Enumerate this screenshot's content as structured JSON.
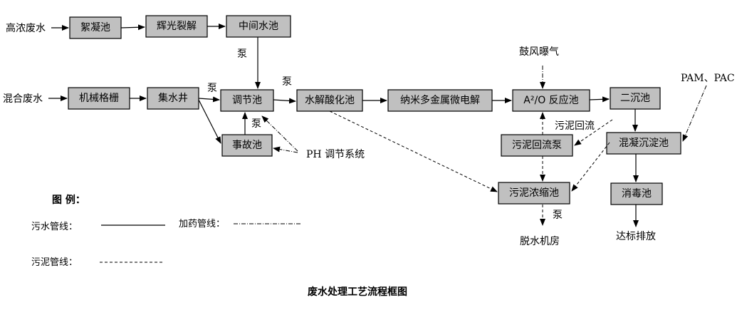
{
  "inputs": {
    "high_conc": "高浓废水",
    "mixed": "混合废水"
  },
  "boxes": {
    "flocculation": "絮凝池",
    "glow_cracking": "辉光裂解",
    "intermediate": "中间水池",
    "mech_screen": "机械格栅",
    "collection_well": "集水井",
    "regulation": "调节池",
    "accident": "事故池",
    "hydrolysis": "水解酸化池",
    "nano_micro_electrolysis": "纳米多金属微电解",
    "ao_reactor": "A²/O 反应池",
    "secondary": "二沉池",
    "sludge_return_pump": "污泥回流泵",
    "coag_sedimentation": "混凝沉淀池",
    "sludge_thickener": "污泥浓缩池",
    "disinfection": "消毒池"
  },
  "labels": {
    "pump1": "泵",
    "pump2": "泵",
    "pump3": "泵",
    "pump4": "泵",
    "pump5": "泵",
    "blower": "鼓风曝气",
    "pam_pac": "PAM、PAC",
    "sludge_return": "污泥回流",
    "ph_system": "PH 调节系统",
    "dewatering": "脱水机房",
    "discharge": "达标排放"
  },
  "legend": {
    "title": "图  例：",
    "sewage": "污水管线：",
    "dosing": "加药管线：",
    "sludge": "污泥管线："
  },
  "caption": "废水处理工艺流程框图"
}
